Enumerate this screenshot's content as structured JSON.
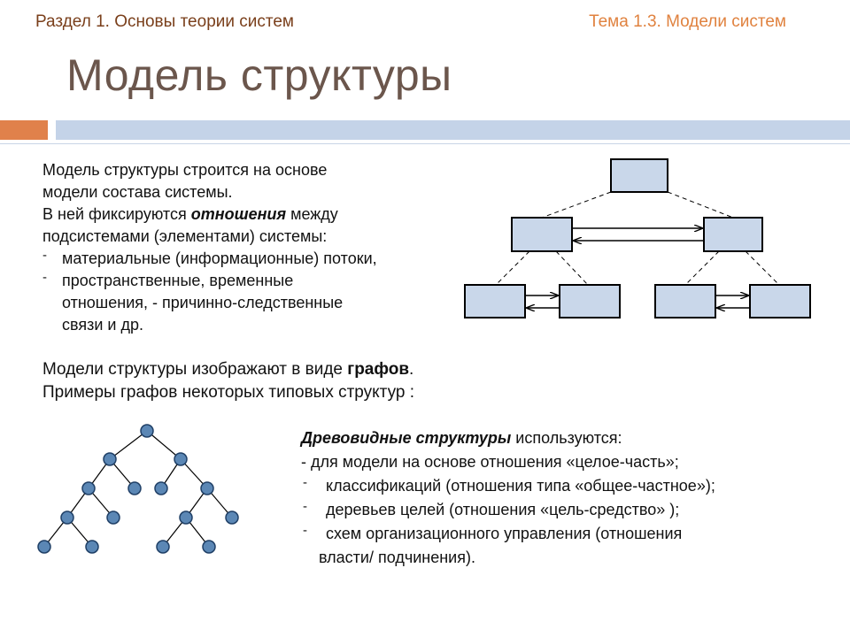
{
  "header": {
    "section": "Раздел 1. Основы теории систем",
    "topic": "Тема 1.3. Модели систем"
  },
  "slide": {
    "title": "Модель структуры"
  },
  "intro": {
    "line1": "Модель структуры строится на основе",
    "line2": "модели состава системы.",
    "line3_pre": "В ней фиксируются ",
    "line3_em": "отношения",
    "line3_post": " между",
    "line4": "подсистемами (элементами) системы:",
    "bullet_mark": "-",
    "bullet1": "материальные (информационные) потоки,",
    "bullet2_line1": "пространственные, временные",
    "bullet2_line2": "отношения, - причинно-следственные",
    "bullet2_line3": "связи и др."
  },
  "graphs": {
    "line1_pre": "Модели структуры изображают в виде ",
    "line1_bold": "графов",
    "line1_post": ".",
    "line2": "Примеры графов некоторых типовых структур :"
  },
  "tree_text": {
    "heading": "Древовидные структуры",
    "heading_post": " используются:",
    "line1": "- для модели на основе отношения «целое-часть»;",
    "bullet_mark": "-",
    "bullet1": "классификаций (отношения типа «общее-частное»);",
    "bullet2": "деревьев целей (отношения «цель-средство» );",
    "bullet3_line1": "схем организационного управления (отношения",
    "bullet3_line2": "власти/ подчинения)."
  },
  "colors": {
    "header_left": "#7a3f1b",
    "header_right": "#e0823f",
    "title": "#6b564c",
    "bar_orange": "#e0814b",
    "bar_blue": "#c4d3e8",
    "box_fill": "#c9d7ea",
    "node_fill": "#5b87b5"
  }
}
